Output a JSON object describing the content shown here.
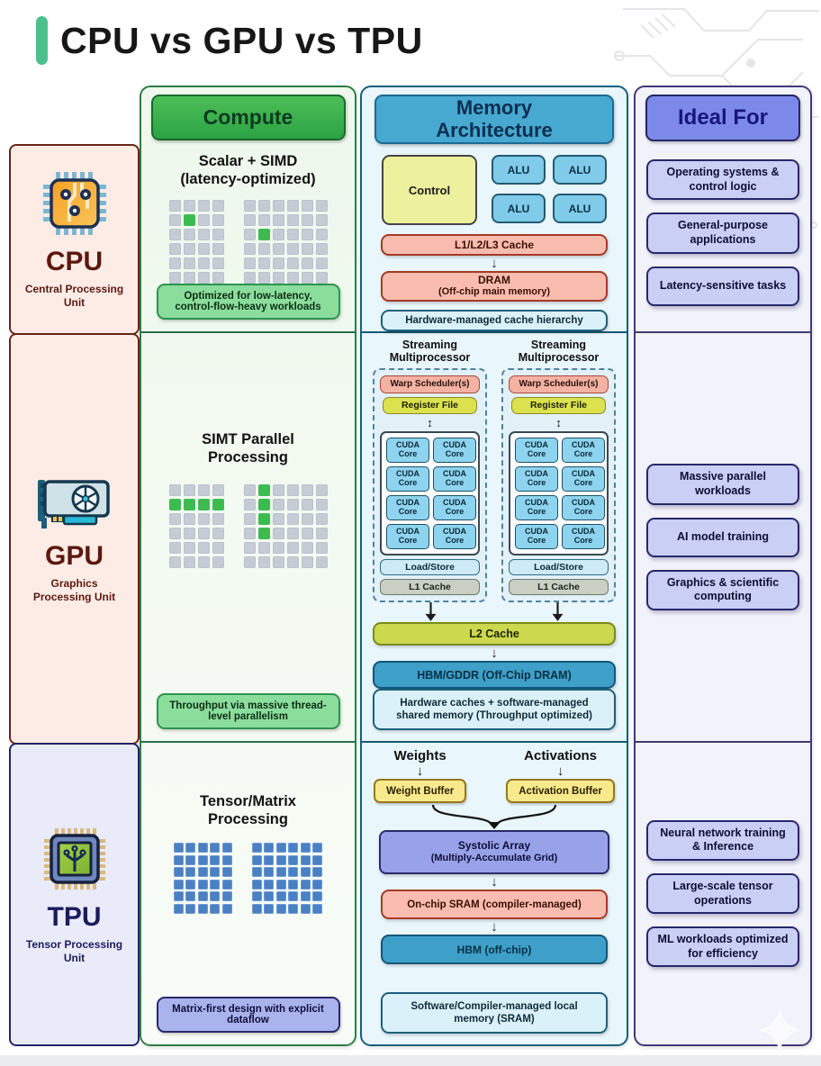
{
  "title": "CPU vs GPU vs TPU",
  "headers": {
    "compute": "Compute",
    "memory": "Memory Architecture",
    "ideal": "Ideal For"
  },
  "cpu": {
    "label": "CPU",
    "sublabel": "Central Processing Unit",
    "compute": {
      "heading": "Scalar + SIMD (latency-optimized)",
      "caption": "Optimized for low-latency, control-flow-heavy workloads",
      "grids": [
        {
          "cols": 4,
          "rows": 6,
          "cell": "gray",
          "highlights": [
            [
              1,
              1
            ]
          ]
        },
        {
          "cols": 6,
          "rows": 6,
          "cell": "gray",
          "highlights": [
            [
              2,
              1
            ]
          ]
        }
      ]
    },
    "memory": {
      "control": "Control",
      "alu": "ALU",
      "cache": "L1/L2/L3 Cache",
      "dram_title": "DRAM",
      "dram_sub": "(Off-chip main memory)",
      "caption": "Hardware-managed cache hierarchy"
    },
    "ideal": [
      "Operating systems & control logic",
      "General-purpose applications",
      "Latency-sensitive tasks"
    ]
  },
  "gpu": {
    "label": "GPU",
    "sublabel": "Graphics Processing Unit",
    "compute": {
      "heading": "SIMT Parallel Processing",
      "caption": "Throughput via massive thread-level parallelism",
      "grids": [
        {
          "cols": 4,
          "rows": 6,
          "cell": "gray",
          "highlights": [
            [
              1,
              0
            ],
            [
              1,
              1
            ],
            [
              1,
              2
            ],
            [
              1,
              3
            ]
          ]
        },
        {
          "cols": 6,
          "rows": 6,
          "cell": "gray",
          "highlights": [
            [
              0,
              1
            ],
            [
              1,
              1
            ],
            [
              2,
              1
            ],
            [
              3,
              1
            ]
          ]
        }
      ]
    },
    "memory": {
      "sm_title": "Streaming Multiprocessor",
      "warp": "Warp Scheduler(s)",
      "register": "Register File",
      "core": "CUDA Core",
      "load_store": "Load/Store",
      "l1": "L1 Cache",
      "l2": "L2 Cache",
      "hbm": "HBM/GDDR (Off-Chip DRAM)",
      "caption": "Hardware caches + software-managed shared memory (Throughput optimized)"
    },
    "ideal": [
      "Massive parallel workloads",
      "AI model training",
      "Graphics & scientific computing"
    ]
  },
  "tpu": {
    "label": "TPU",
    "sublabel": "Tensor Processing Unit",
    "compute": {
      "heading": "Tensor/Matrix Processing",
      "caption": "Matrix-first design with explicit dataflow",
      "grids": [
        {
          "cols": 5,
          "rows": 6,
          "cell": "blue",
          "highlights": []
        },
        {
          "cols": 6,
          "rows": 6,
          "cell": "blue",
          "highlights": []
        }
      ]
    },
    "memory": {
      "weights": "Weights",
      "activations": "Activations",
      "weight_buffer": "Weight Buffer",
      "activation_buffer": "Activation Buffer",
      "systolic_title": "Systolic Array",
      "systolic_sub": "(Multiply-Accumulate Grid)",
      "sram": "On-chip SRAM (compiler-managed)",
      "hbm": "HBM (off-chip)",
      "caption": "Software/Compiler-managed local memory (SRAM)"
    },
    "ideal": [
      "Neural network training & Inference",
      "Large-scale tensor operations",
      "ML workloads optimized for efficiency"
    ]
  }
}
